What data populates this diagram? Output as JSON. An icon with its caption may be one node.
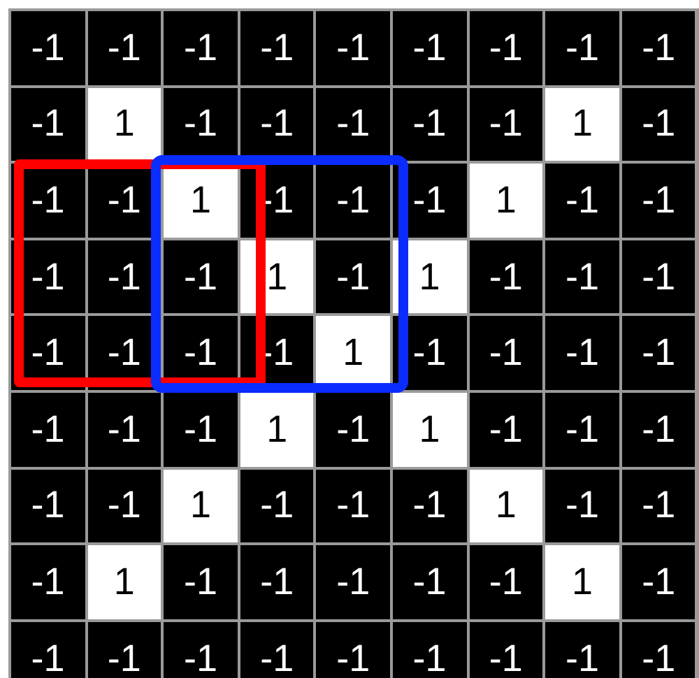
{
  "diagram": {
    "labels": [
      "-1",
      "-1",
      "-1",
      "-1",
      "-1",
      "-1",
      "-1",
      "-1",
      "-1",
      "-1",
      "1",
      "-1",
      "-1",
      "-1",
      "-1",
      "-1",
      "1",
      "-1",
      "-1",
      "-1",
      "1",
      "-1",
      "-1",
      "-1",
      "1",
      "-1",
      "-1",
      "-1",
      "-1",
      "-1",
      "1",
      "-1",
      "1",
      "-1",
      "-1",
      "-1",
      "-1",
      "-1",
      "-1",
      "-1",
      "1",
      "-1",
      "-1",
      "-1",
      "-1",
      "-1",
      "-1",
      "-1",
      "1",
      "-1",
      "1",
      "-1",
      "-1",
      "-1",
      "-1",
      "-1",
      "1",
      "-1",
      "-1",
      "-1",
      "1",
      "-1",
      "-1",
      "-1",
      "1",
      "-1",
      "-1",
      "-1",
      "-1",
      "-1",
      "1",
      "-1",
      "-1",
      "-1",
      "-1",
      "-1",
      "-1",
      "-1",
      "-1",
      "-1",
      "-1"
    ]
  }
}
